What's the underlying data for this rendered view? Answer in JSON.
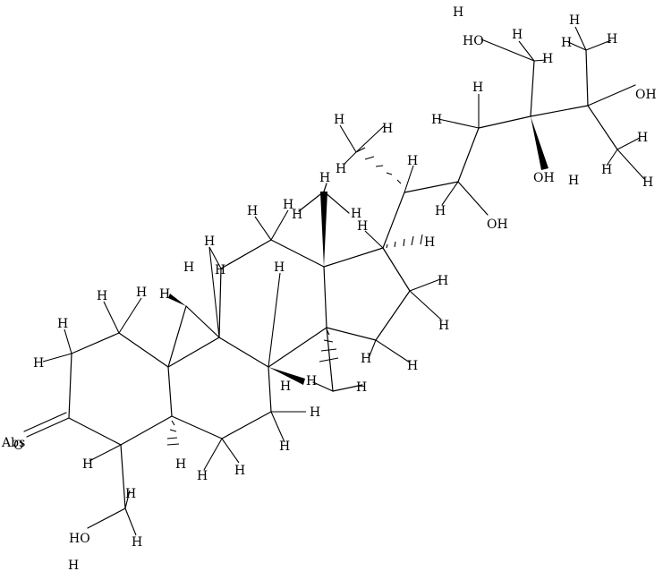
{
  "molecule": {
    "hydrogen_label": "H",
    "hydroxyl_label": "OH",
    "hydroxyl_label_alt": "HO",
    "ketone_label": "O",
    "overlap_label": "Abs"
  }
}
